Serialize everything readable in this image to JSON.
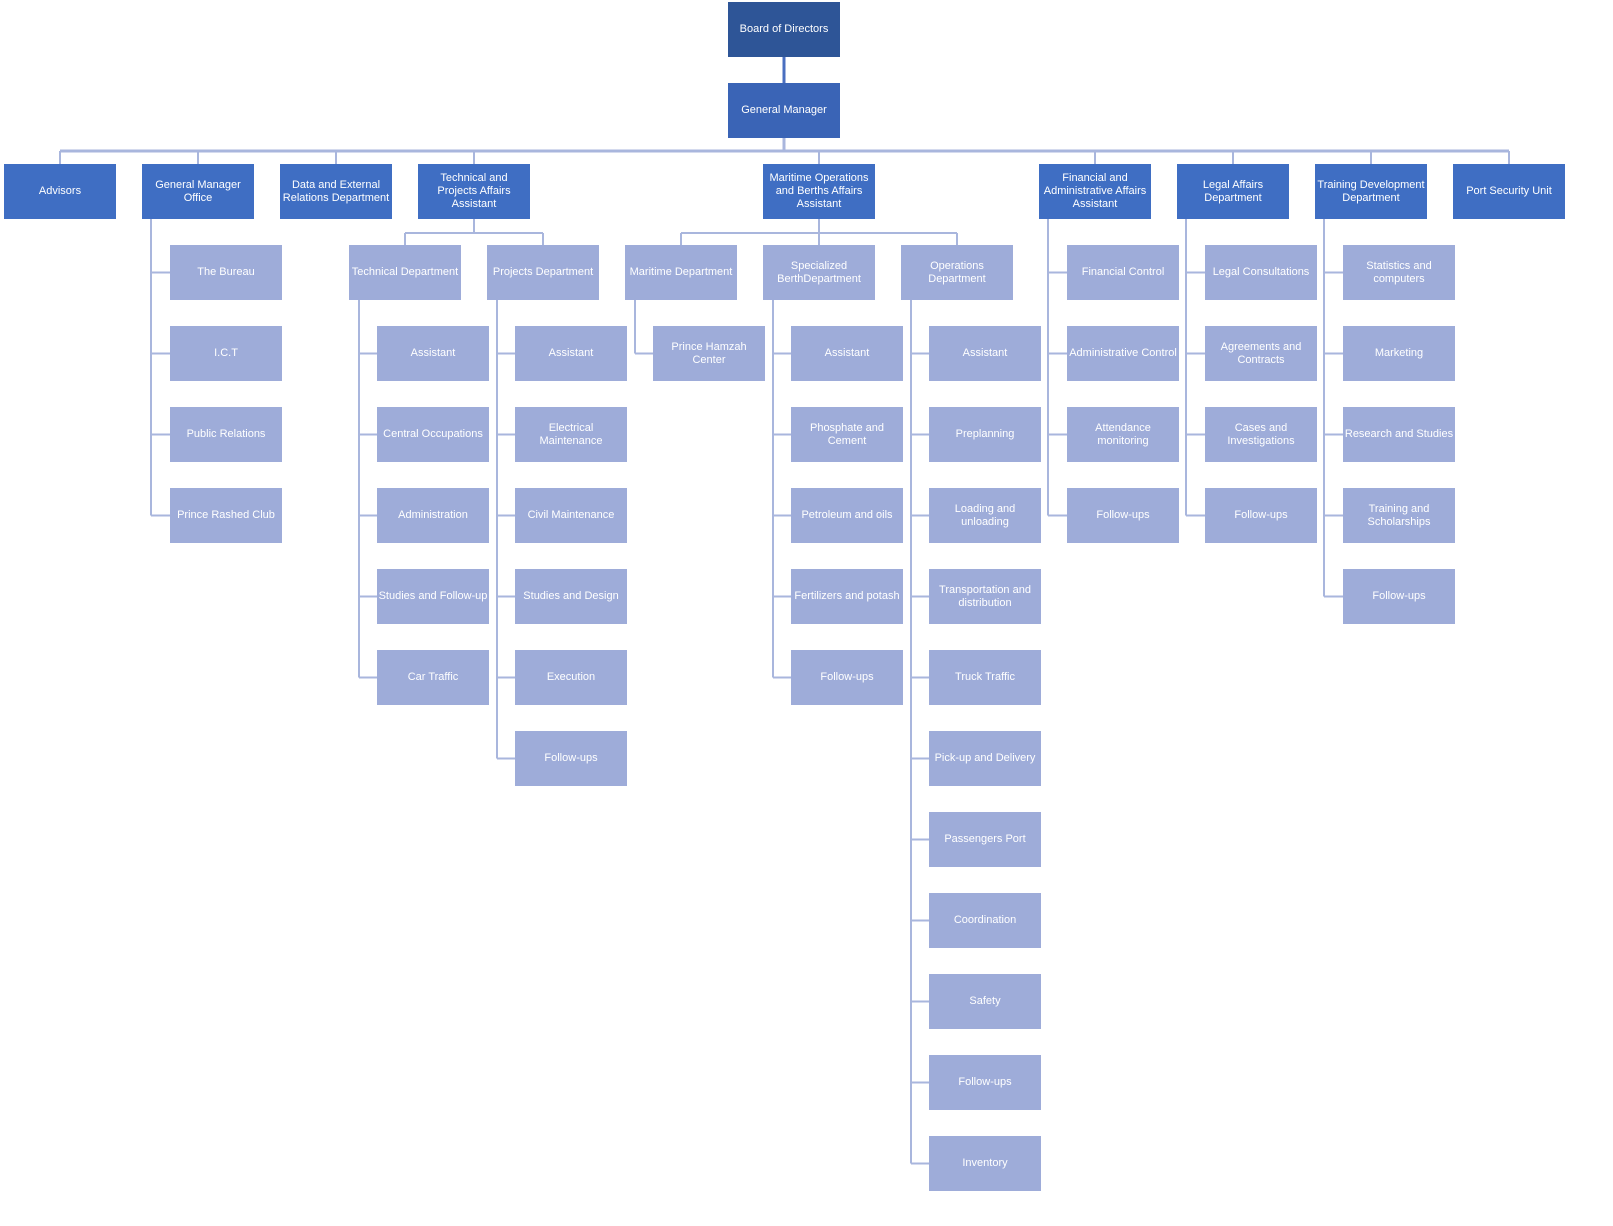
{
  "chart": {
    "root": {
      "label": "Board of Directors",
      "children": [
        {
          "label": "General Manager",
          "children": [
            {
              "label": "Advisors",
              "children": []
            },
            {
              "label": "General Manager Office",
              "children": [
                {
                  "label": "The Bureau"
                },
                {
                  "label": "I.C.T"
                },
                {
                  "label": "Public Relations"
                },
                {
                  "label": "Prince Rashed Club"
                }
              ]
            },
            {
              "label": "Data and External Relations Department",
              "children": []
            },
            {
              "label": "Technical and Projects Affairs Assistant",
              "children": [
                {
                  "label": "Technical Department",
                  "children": [
                    {
                      "label": "Assistant"
                    },
                    {
                      "label": "Central Occupations"
                    },
                    {
                      "label": "Administration"
                    },
                    {
                      "label": "Studies and Follow-up"
                    },
                    {
                      "label": "Car Traffic"
                    }
                  ]
                },
                {
                  "label": "Projects Department",
                  "children": [
                    {
                      "label": "Assistant"
                    },
                    {
                      "label": "Electrical Maintenance"
                    },
                    {
                      "label": "Civil Maintenance"
                    },
                    {
                      "label": "Studies and Design"
                    },
                    {
                      "label": "Execution"
                    },
                    {
                      "label": "Follow-ups"
                    }
                  ]
                }
              ]
            },
            {
              "label": "Maritime Operations and Berths Affairs Assistant",
              "children": [
                {
                  "label": "Maritime Department",
                  "children": [
                    {
                      "label": "Prince Hamzah Center"
                    }
                  ]
                },
                {
                  "label": "Specialized BerthDepartment",
                  "children": [
                    {
                      "label": "Assistant"
                    },
                    {
                      "label": "Phosphate and Cement"
                    },
                    {
                      "label": "Petroleum and oils"
                    },
                    {
                      "label": "Fertilizers and potash"
                    },
                    {
                      "label": "Follow-ups"
                    }
                  ]
                },
                {
                  "label": "Operations Department",
                  "children": [
                    {
                      "label": "Assistant"
                    },
                    {
                      "label": "Preplanning"
                    },
                    {
                      "label": "Loading and unloading"
                    },
                    {
                      "label": "Transportation and distribution"
                    },
                    {
                      "label": "Truck Traffic"
                    },
                    {
                      "label": "Pick-up and Delivery"
                    },
                    {
                      "label": "Passengers Port"
                    },
                    {
                      "label": "Coordination"
                    },
                    {
                      "label": "Safety"
                    },
                    {
                      "label": "Follow-ups"
                    },
                    {
                      "label": "Inventory"
                    }
                  ]
                }
              ]
            },
            {
              "label": "Financial and Administrative Affairs Assistant",
              "children": [
                {
                  "label": "Financial Control"
                },
                {
                  "label": "Administrative Control"
                },
                {
                  "label": "Attendance monitoring"
                },
                {
                  "label": "Follow-ups"
                }
              ]
            },
            {
              "label": "Legal Affairs Department",
              "children": [
                {
                  "label": "Legal Consultations"
                },
                {
                  "label": "Agreements and Contracts"
                },
                {
                  "label": "Cases and Investigations"
                },
                {
                  "label": "Follow-ups"
                }
              ]
            },
            {
              "label": "Training Development Department",
              "children": [
                {
                  "label": "Statistics and computers"
                },
                {
                  "label": "Marketing"
                },
                {
                  "label": "Research and Studies"
                },
                {
                  "label": "Training and Scholarships"
                },
                {
                  "label": "Follow-ups"
                }
              ]
            },
            {
              "label": "Port Security Unit",
              "children": []
            }
          ]
        }
      ]
    }
  },
  "colors": {
    "board": "#2e5597",
    "manager": "#3a64b6",
    "unit": "#3f6ec3",
    "subunit": "#9eacd9",
    "connector": "#a9b6dd",
    "connector_top": "#4a6fc0"
  }
}
